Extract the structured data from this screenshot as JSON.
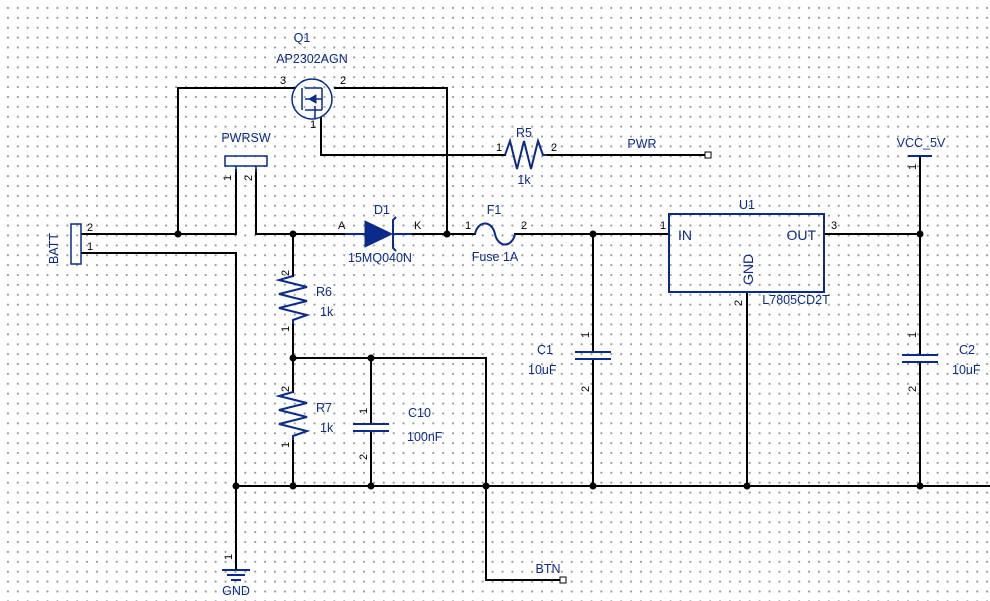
{
  "components": {
    "q1": {
      "ref": "Q1",
      "value": "AP2302AGN",
      "pin_left": "3",
      "pin_right": "2",
      "pin_bottom": "1"
    },
    "pwrsw": {
      "ref": "PWRSW",
      "pin_a": "1",
      "pin_b": "2"
    },
    "batt": {
      "ref": "BATT",
      "pin_top": "2",
      "pin_bottom": "1"
    },
    "d1": {
      "ref": "D1",
      "value": "15MQ040N",
      "anode": "A",
      "cathode": "K"
    },
    "f1": {
      "ref": "F1",
      "value": "Fuse 1A",
      "pin_a": "1",
      "pin_b": "2"
    },
    "r5": {
      "ref": "R5",
      "value": "1k",
      "pin_a": "1",
      "pin_b": "2"
    },
    "r6": {
      "ref": "R6",
      "value": "1k",
      "pin_top": "2",
      "pin_bottom": "1"
    },
    "r7": {
      "ref": "R7",
      "value": "1k",
      "pin_top": "2",
      "pin_bottom": "1"
    },
    "c10": {
      "ref": "C10",
      "value": "100nF",
      "pin_top": "1",
      "pin_bottom": "2"
    },
    "c1": {
      "ref": "C1",
      "value": "10uF",
      "pin_top": "1",
      "pin_bottom": "2"
    },
    "c2": {
      "ref": "C2",
      "value": "10uF",
      "pin_top": "1",
      "pin_bottom": "2"
    },
    "u1": {
      "ref": "U1",
      "value": "L7805CD2T",
      "in_label": "IN",
      "out_label": "OUT",
      "gnd_label": "GND",
      "pin_in": "1",
      "pin_out": "3",
      "pin_gnd": "2"
    }
  },
  "nets": {
    "pwr": "PWR",
    "btn": "BTN",
    "vcc": "VCC_5V",
    "vcc_pin": "1",
    "gnd": "GND",
    "gnd_pin": "1"
  },
  "colors": {
    "wire": "#000000",
    "symbol": "#0a2a8c",
    "grid_dot": "#9a9a9a"
  }
}
